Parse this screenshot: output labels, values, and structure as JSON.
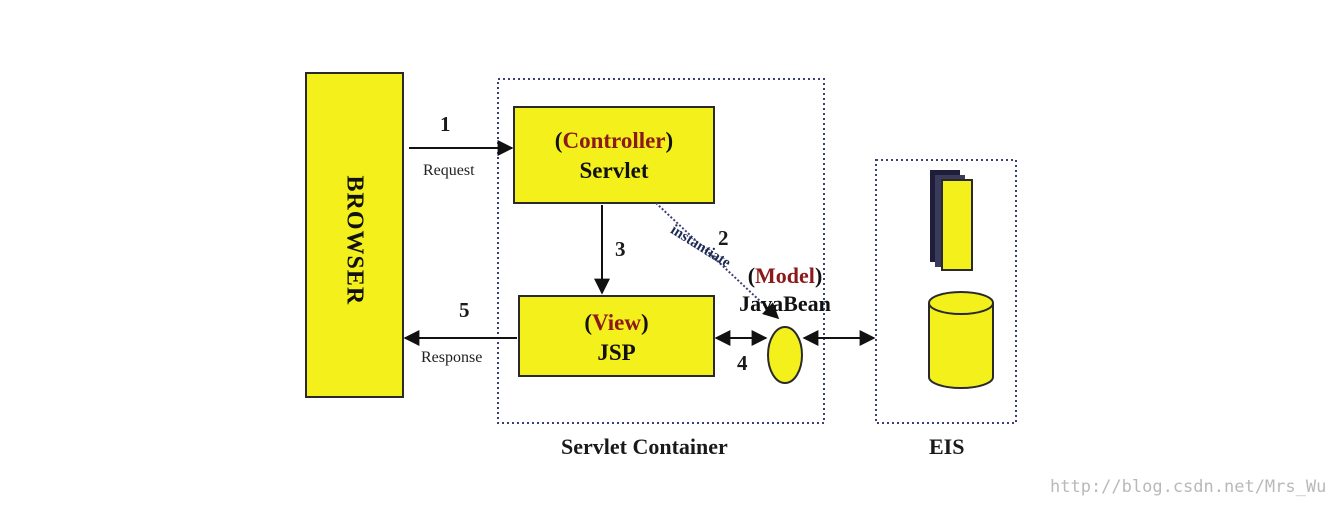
{
  "browser": {
    "label": "BROWSER"
  },
  "controller": {
    "role": "Controller",
    "name": "Servlet"
  },
  "view": {
    "role": "View",
    "name": "JSP"
  },
  "model": {
    "role": "Model",
    "name": "JavaBean"
  },
  "containers": {
    "servlet_container": "Servlet Container",
    "eis": "EIS"
  },
  "steps": {
    "s1": "1",
    "s2": "2",
    "s3": "3",
    "s4": "4",
    "s5": "5",
    "request": "Request",
    "response": "Response",
    "instantiate": "instantiate"
  },
  "watermark": "http://blog.csdn.net/Mrs_Wu",
  "colors": {
    "box_fill": "#f3f01c",
    "box_stroke": "#2a2a2a",
    "dotted": "#3a3f7a",
    "accent": "#8b1a1a"
  }
}
